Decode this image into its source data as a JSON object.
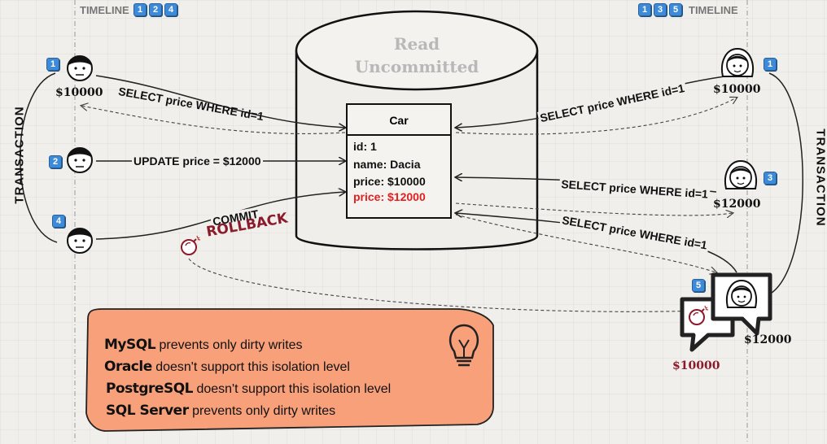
{
  "timelines": {
    "left_label": "TIMELINE",
    "left_badges": [
      "1",
      "2",
      "4"
    ],
    "right_label": "TIMELINE",
    "right_badges": [
      "1",
      "3",
      "5"
    ]
  },
  "database": {
    "title_line1": "Read",
    "title_line2": "Uncommitted"
  },
  "table": {
    "name": "Car",
    "id_row": "id: 1",
    "name_row": "name: Dacia",
    "price_old": "price: $10000",
    "price_new": "price: $12000"
  },
  "left_transaction": {
    "label": "TRANSACTION",
    "steps": [
      {
        "badge": "1",
        "value": "$10000",
        "action": "SELECT price WHERE id=1"
      },
      {
        "badge": "2",
        "action": "UPDATE price = $12000"
      },
      {
        "badge": "4",
        "action": "COMMIT",
        "alt_action": "ROLLBACK"
      }
    ]
  },
  "right_transaction": {
    "label": "TRANSACTION",
    "steps": [
      {
        "badge": "1",
        "value": "$10000",
        "action": "SELECT price WHERE id=1"
      },
      {
        "badge": "3",
        "value": "$12000",
        "action": "SELECT price WHERE id=1"
      },
      {
        "badge": "5",
        "value": "$12000",
        "alt_value": "$10000",
        "action": "SELECT price WHERE id=1"
      }
    ]
  },
  "info_box": {
    "lines": [
      {
        "db": "MySQL",
        "text": "prevents only dirty writes"
      },
      {
        "db": "Oracle",
        "text": "doesn't support this isolation level"
      },
      {
        "db": "PostgreSQL",
        "text": "doesn't support this isolation level"
      },
      {
        "db": "SQL Server",
        "text": "prevents only dirty writes"
      }
    ]
  },
  "colors": {
    "info_bg": "#f7a07a",
    "rollback": "#8b1a2a",
    "new_price": "#e02020",
    "badge": "#3d8bd8"
  },
  "icons": [
    "male-user-icon",
    "female-user-icon",
    "bomb-icon",
    "lightbulb-icon",
    "speech-bubble-icon"
  ]
}
